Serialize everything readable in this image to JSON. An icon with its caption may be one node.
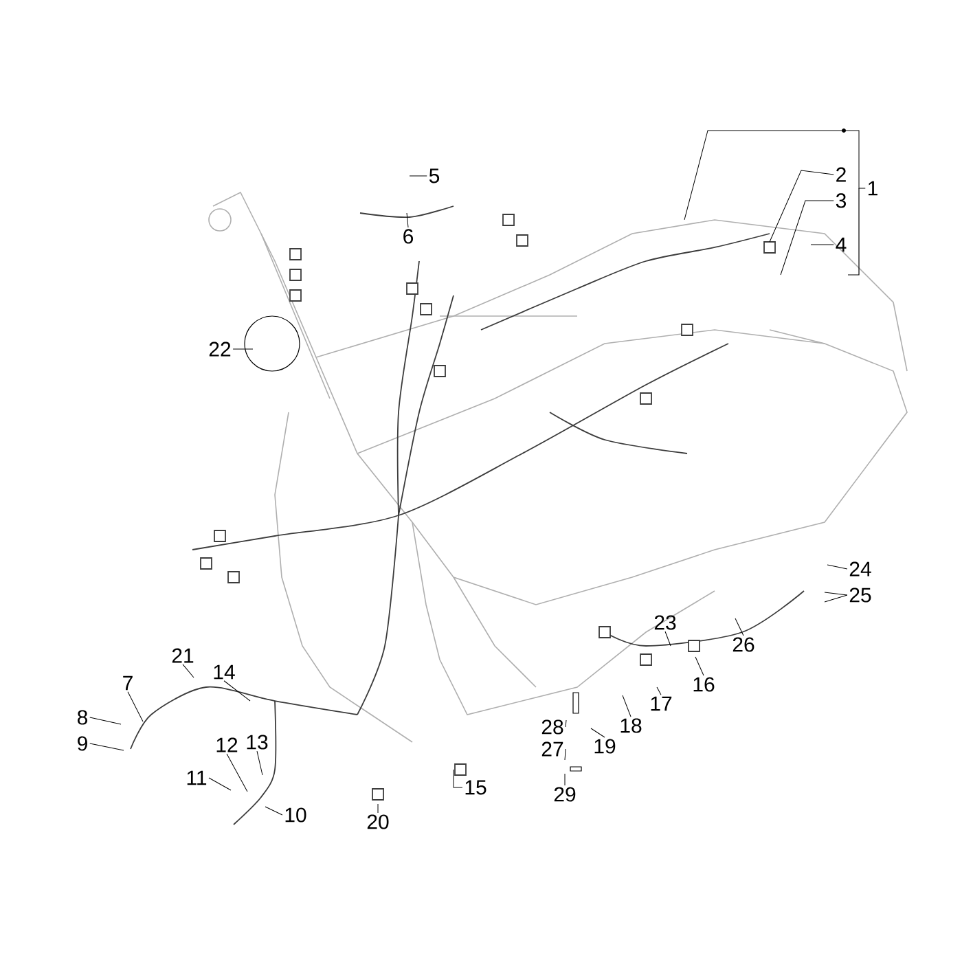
{
  "diagram": {
    "nodes": [
      {
        "text": [
          "1"
        ]
      },
      {
        "text": [
          "2"
        ]
      },
      {
        "text": [
          "3"
        ]
      },
      {
        "text": [
          "4"
        ]
      },
      {
        "text": [
          "5"
        ]
      },
      {
        "text": [
          "6"
        ]
      },
      {
        "text": [
          "7"
        ]
      },
      {
        "text": [
          "8"
        ]
      },
      {
        "text": [
          "9"
        ]
      },
      {
        "text": [
          "10"
        ]
      },
      {
        "text": [
          "11"
        ]
      },
      {
        "text": [
          "12"
        ]
      },
      {
        "text": [
          "13"
        ]
      },
      {
        "text": [
          "14"
        ]
      },
      {
        "text": [
          "15"
        ]
      },
      {
        "text": [
          "16"
        ]
      },
      {
        "text": [
          "17"
        ]
      },
      {
        "text": [
          "18"
        ]
      },
      {
        "text": [
          "19"
        ]
      },
      {
        "text": [
          "20"
        ]
      },
      {
        "text": [
          "21"
        ]
      },
      {
        "text": [
          "22"
        ]
      },
      {
        "text": [
          "23"
        ]
      },
      {
        "text": [
          "24"
        ]
      },
      {
        "text": [
          "25"
        ]
      },
      {
        "text": [
          "26"
        ]
      },
      {
        "text": [
          "27"
        ]
      },
      {
        "text": [
          "28"
        ]
      },
      {
        "text": [
          "29"
        ]
      }
    ],
    "edges": [
      {
        "from": 0,
        "to": null,
        "arrow": "none"
      },
      {
        "from": 1,
        "to": null,
        "arrow": "none"
      },
      {
        "from": 2,
        "to": null,
        "arrow": "none"
      },
      {
        "from": 3,
        "to": null,
        "arrow": "none"
      },
      {
        "from": 4,
        "to": null,
        "arrow": "none"
      },
      {
        "from": 5,
        "to": null,
        "arrow": "none"
      },
      {
        "from": 6,
        "to": null,
        "arrow": "none"
      },
      {
        "from": 7,
        "to": null,
        "arrow": "none"
      },
      {
        "from": 8,
        "to": null,
        "arrow": "none"
      },
      {
        "from": 9,
        "to": null,
        "arrow": "none"
      },
      {
        "from": 10,
        "to": null,
        "arrow": "none"
      },
      {
        "from": 11,
        "to": null,
        "arrow": "none"
      },
      {
        "from": 12,
        "to": null,
        "arrow": "none"
      },
      {
        "from": 13,
        "to": null,
        "arrow": "none"
      },
      {
        "from": 14,
        "to": null,
        "arrow": "none"
      },
      {
        "from": 15,
        "to": null,
        "arrow": "none"
      },
      {
        "from": 16,
        "to": null,
        "arrow": "none"
      },
      {
        "from": 17,
        "to": null,
        "arrow": "none"
      },
      {
        "from": 18,
        "to": null,
        "arrow": "none"
      },
      {
        "from": 19,
        "to": null,
        "arrow": "none"
      },
      {
        "from": 20,
        "to": null,
        "arrow": "none"
      },
      {
        "from": 21,
        "to": null,
        "arrow": "none"
      },
      {
        "from": 22,
        "to": null,
        "arrow": "none"
      },
      {
        "from": 23,
        "to": null,
        "arrow": "none"
      },
      {
        "from": 24,
        "to": null,
        "arrow": "none"
      },
      {
        "from": 24,
        "to": null,
        "arrow": "none"
      },
      {
        "from": 25,
        "to": null,
        "arrow": "none"
      },
      {
        "from": 26,
        "to": null,
        "arrow": "none"
      },
      {
        "from": 27,
        "to": null,
        "arrow": "none"
      },
      {
        "from": 28,
        "to": null,
        "arrow": "none"
      }
    ]
  }
}
